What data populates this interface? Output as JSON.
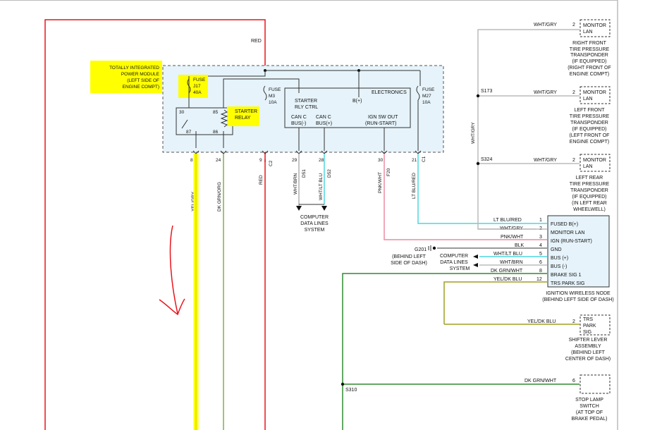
{
  "colors": {
    "red": "#e8141c",
    "yellow": "#ffff00",
    "dkgrn": "#2e8b2e",
    "olive": "#a0a020",
    "ltblu": "#4fd6e0",
    "pink": "#ec8ca4",
    "box_fill": "#e6f3fa",
    "grey": "#cccccc"
  },
  "annotations": {
    "tipm": [
      "TOTALLY INTEGRATED",
      "POWER MODULE",
      "(LEFT SIDE OF",
      "ENGINE COMPT)"
    ],
    "starter_relay": [
      "STARTER",
      "RELAY"
    ],
    "red_top": "RED"
  },
  "tipm": {
    "fuse_j17": [
      "FUSE",
      "J17",
      "40A"
    ],
    "fuse_m3": [
      "FUSE",
      "M3",
      "10A"
    ],
    "fuse_m27": [
      "FUSE",
      "M27",
      "10A"
    ],
    "relay_pins": [
      "30",
      "85",
      "87",
      "86"
    ],
    "electronics": "ELECTRONICS",
    "starter_rly_ctrl": [
      "STARTER",
      "RLY CTRL"
    ],
    "bplus": "B(+)",
    "can_minus": [
      "CAN C",
      "BUS(-)"
    ],
    "can_plus": [
      "CAN C",
      "BUS(+)"
    ],
    "ign_sw_out": [
      "IGN SW OUT",
      "(RUN-START)"
    ]
  },
  "wires": [
    {
      "pin": "8",
      "circuit": "",
      "color": "YEL/GRY"
    },
    {
      "pin": "24",
      "circuit": "",
      "color": "DK GRN/ORG"
    },
    {
      "pin": "9",
      "circuit": "C2",
      "color": "RED"
    },
    {
      "pin": "29",
      "circuit": "D51",
      "color": "WHT/BRN"
    },
    {
      "pin": "28",
      "circuit": "D52",
      "color": "WHT/LT BLU"
    },
    {
      "pin": "30",
      "circuit": "F20",
      "color": "PNK/WHT"
    },
    {
      "pin": "21",
      "circuit": "C1",
      "color": "LT BLU/RED"
    }
  ],
  "computer_data_lines": [
    "COMPUTER",
    "DATA LINES",
    "SYSTEM"
  ],
  "sensors": [
    {
      "wire": "WHT/GRY",
      "pin": "2",
      "box": [
        "MONITOR",
        "LAN"
      ],
      "desc": [
        "RIGHT FRONT",
        "TIRE PRESSURE",
        "TRANSPONDER",
        "(IF EQUIPPED)",
        "(RIGHT FRONT OF",
        "ENGINE COMPT)"
      ]
    },
    {
      "wire": "WHT/GRY",
      "pin": "2",
      "box": [
        "MONITOR",
        "LAN"
      ],
      "desc": [
        "LEFT FRONT",
        "TIRE PRESSURE",
        "TRANSPONDER",
        "(IF EQUIPPED)",
        "(LEFT FRONT OF",
        "ENGINE COMPT)"
      ]
    },
    {
      "wire": "WHT/GRY",
      "pin": "2",
      "box": [
        "MONITOR",
        "LAN"
      ],
      "desc": [
        "LEFT REAR",
        "TIRE PRESSURE",
        "TRANSPONDER",
        "(IF EQUIPPED)",
        "(IN LEFT REAR",
        "WHEELWELL)"
      ]
    }
  ],
  "splices": {
    "s173": "S173",
    "s324": "S324",
    "s310": "S310"
  },
  "vertical_wire": "WHT/GRY",
  "node": {
    "rows": [
      {
        "wire": "LT BLU/RED",
        "pin": "1",
        "label": "FUSED B(+)"
      },
      {
        "wire": "WHT/GRY",
        "pin": "2",
        "label": "MONITOR LAN"
      },
      {
        "wire": "PNK/WHT",
        "pin": "3",
        "label": "IGN (RUN-START)"
      },
      {
        "wire": "BLK",
        "pin": "4",
        "label": "GND"
      },
      {
        "wire": "WHT/LT BLU",
        "pin": "5",
        "label": "BUS (+)"
      },
      {
        "wire": "WHT/BRN",
        "pin": "6",
        "label": "BUS (-)"
      },
      {
        "wire": "DK GRN/WHT",
        "pin": "8",
        "label": "BRAKE SIG 1"
      },
      {
        "wire": "YEL/DK BLU",
        "pin": "12",
        "label": "TRS PARK SIG"
      }
    ],
    "desc": [
      "IGNITION WIRELESS NODE",
      "(BEHIND LEFT SIDE OF DASH)"
    ]
  },
  "ground": {
    "id": "G201",
    "desc": [
      "(BEHIND LEFT",
      "SIDE OF DASH)"
    ]
  },
  "shifter": {
    "wire": "YEL/DK BLU",
    "pin": "2",
    "box": [
      "TRS",
      "PARK",
      "SIG"
    ],
    "desc": [
      "SHIFTER LEVER",
      "ASSEMBLY",
      "(BEHIND LEFT",
      "CENTER OF DASH)"
    ]
  },
  "stop_lamp": {
    "wire": "DK GRN/WHT",
    "pin": "6",
    "desc": [
      "STOP LAMP",
      "SWITCH",
      "(AT TOP OF",
      "BRAKE PEDAL)"
    ]
  }
}
